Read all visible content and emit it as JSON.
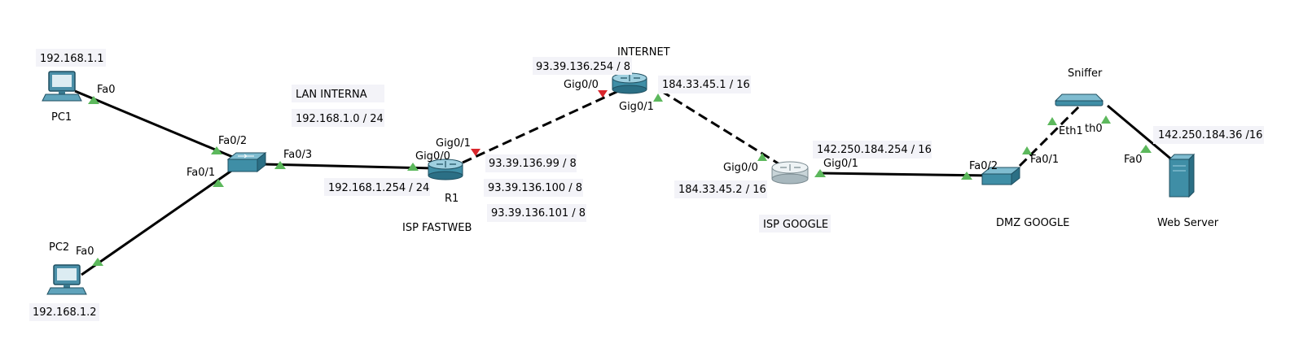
{
  "devices": {
    "pc1": {
      "name": "PC1",
      "ip": "192.168.1.1"
    },
    "pc2": {
      "name": "PC2",
      "ip": "192.168.1.2"
    },
    "switch1": {
      "name": ""
    },
    "r1": {
      "name": "R1",
      "group": "ISP FASTWEB"
    },
    "internet": {
      "name": "INTERNET"
    },
    "isp_google": {
      "name": "ISP GOOGLE"
    },
    "dmz_switch": {
      "name": "DMZ GOOGLE"
    },
    "sniffer": {
      "name": "Sniffer"
    },
    "web_server": {
      "name": "Web Server",
      "ip": "142.250.184.36 /16"
    }
  },
  "notes": {
    "lan_title": "LAN INTERNA",
    "lan_subnet": "192.168.1.0 / 24",
    "r1_lan_ip": "192.168.1.254 / 24",
    "r1_wan_ip_1": "93.39.136.99 / 8",
    "r1_wan_ip_2": "93.39.136.100 / 8",
    "r1_wan_ip_3": "93.39.136.101 / 8",
    "internet_ip_1": "93.39.136.254 / 8",
    "internet_ip_2": "184.33.45.1 / 16",
    "google_ip_1": "184.33.45.2 / 16",
    "google_ip_2": "142.250.184.254 / 16"
  },
  "ports": {
    "pc1_fa0": "Fa0",
    "pc2_fa0": "Fa0",
    "sw_fa02": "Fa0/2",
    "sw_fa01": "Fa0/1",
    "sw_fa03": "Fa0/3",
    "r1_gig01": "Gig0/1",
    "r1_gig00": "Gig0/0",
    "inet_gig00": "Gig0/0",
    "inet_gig01": "Gig0/1",
    "g_gig00": "Gig0/0",
    "g_gig01": "Gig0/1",
    "dmz_fa02": "Fa0/2",
    "dmz_fa01": "Fa0/1",
    "sniffer_eth1": "Eth1",
    "sniffer_eth0": "th0",
    "server_fa0": "Fa0"
  },
  "colors": {
    "link": "#000000",
    "link_up": "#5cb85c",
    "link_down": "#d9262c",
    "device_teal": "#2f8a9e",
    "label_bg": "#f3f3f8"
  }
}
